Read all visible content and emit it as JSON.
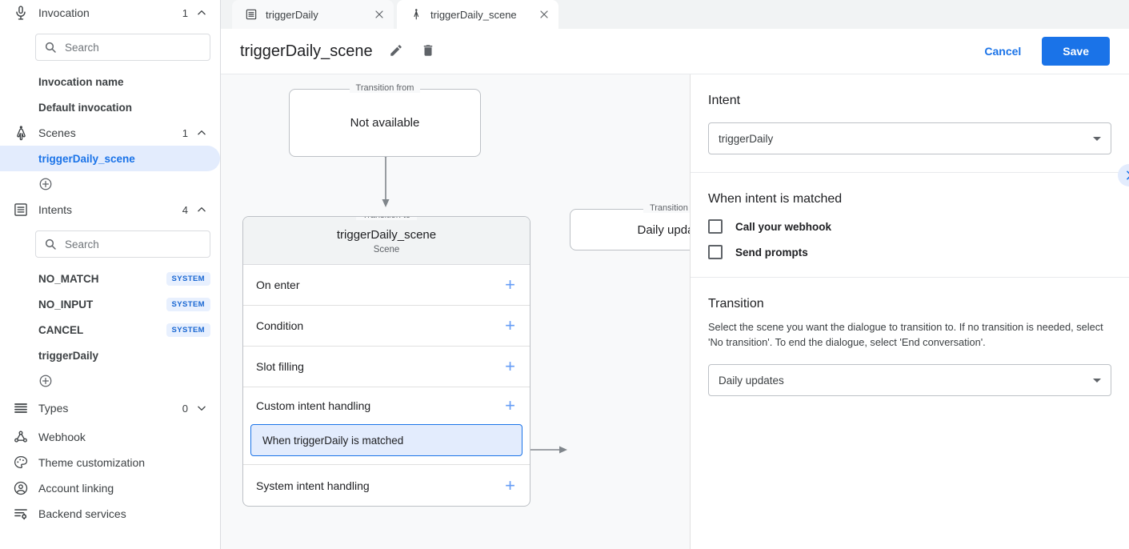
{
  "sidebar": {
    "sections": [
      {
        "icon": "microphone-icon",
        "label": "Invocation",
        "count": "1",
        "chevron": "up"
      },
      {
        "icon": "scenes-person-icon",
        "label": "Scenes",
        "count": "1",
        "chevron": "up"
      },
      {
        "icon": "intents-list-icon",
        "label": "Intents",
        "count": "4",
        "chevron": "up"
      },
      {
        "icon": "types-list-icon",
        "label": "Types",
        "count": "0",
        "chevron": "down"
      }
    ],
    "invocation_search_placeholder": "Search",
    "invocation_items": [
      {
        "label": "Invocation name"
      },
      {
        "label": "Default invocation"
      }
    ],
    "scene_items": [
      {
        "label": "triggerDaily_scene",
        "selected": true
      }
    ],
    "intents_search_placeholder": "Search",
    "intent_items": [
      {
        "label": "NO_MATCH",
        "badge": "SYSTEM"
      },
      {
        "label": "NO_INPUT",
        "badge": "SYSTEM"
      },
      {
        "label": "CANCEL",
        "badge": "SYSTEM"
      },
      {
        "label": "triggerDaily",
        "badge": ""
      }
    ],
    "bottom_items": [
      {
        "icon": "webhook-icon",
        "label": "Webhook"
      },
      {
        "icon": "palette-icon",
        "label": "Theme customization"
      },
      {
        "icon": "account-circle-icon",
        "label": "Account linking"
      },
      {
        "icon": "backend-services-icon",
        "label": "Backend services"
      }
    ]
  },
  "tabs": [
    {
      "icon": "intent-icon",
      "label": "triggerDaily",
      "active": false
    },
    {
      "icon": "scene-icon",
      "label": "triggerDaily_scene",
      "active": true
    }
  ],
  "header": {
    "title": "triggerDaily_scene",
    "edit_icon": "pencil-icon",
    "delete_icon": "trash-icon",
    "cancel_label": "Cancel",
    "save_label": "Save"
  },
  "canvas": {
    "from_node": {
      "legend": "Transition from",
      "text": "Not available"
    },
    "scene_node": {
      "legend": "Transition to",
      "name": "triggerDaily_scene",
      "subtitle": "Scene",
      "rows": [
        {
          "label": "On enter"
        },
        {
          "label": "Condition"
        },
        {
          "label": "Slot filling"
        },
        {
          "label": "Custom intent handling"
        },
        {
          "label": "System intent handling"
        }
      ],
      "chip": "When triggerDaily is matched"
    },
    "target_node": {
      "legend": "Transition to",
      "text": "Daily updates"
    }
  },
  "panel": {
    "intent": {
      "title": "Intent",
      "value": "triggerDaily"
    },
    "when_matched": {
      "title": "When intent is matched",
      "checkboxes": [
        {
          "label": "Call your webhook",
          "checked": false
        },
        {
          "label": "Send prompts",
          "checked": false
        }
      ]
    },
    "transition": {
      "title": "Transition",
      "description": "Select the scene you want the dialogue to transition to. If no transition is needed, select 'No transition'. To end the dialogue, select 'End conversation'.",
      "value": "Daily updates"
    },
    "collapse_icon": "chevron-right-icon"
  },
  "colors": {
    "accent": "#1a73e8",
    "selected_bg": "#e3ecfd",
    "canvas_bg": "#f8f9fa",
    "badge_bg": "#e8f0fe",
    "badge_fg": "#1967d2"
  }
}
